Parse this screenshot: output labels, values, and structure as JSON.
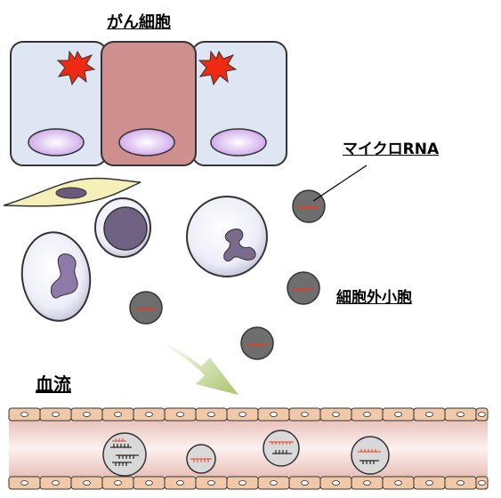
{
  "labels": {
    "cancer_cells": "がん細胞",
    "microrna": "マイクロRNA",
    "exosome": "細胞外小胞",
    "bloodstream": "血流"
  },
  "colors": {
    "cell_fill_blue": "#dde6f2",
    "cell_fill_pink": "#d08f8f",
    "cell_stroke": "#333333",
    "nucleus": "#e3c9f4",
    "mutation_star": "#ee2a12",
    "vesicle": "#6e6e6e",
    "rna_strand": "#e53b1e",
    "arrow": "#b9d07e",
    "vessel_wall": "#f2c9a8",
    "vessel_inner": "#fbe5e5"
  }
}
